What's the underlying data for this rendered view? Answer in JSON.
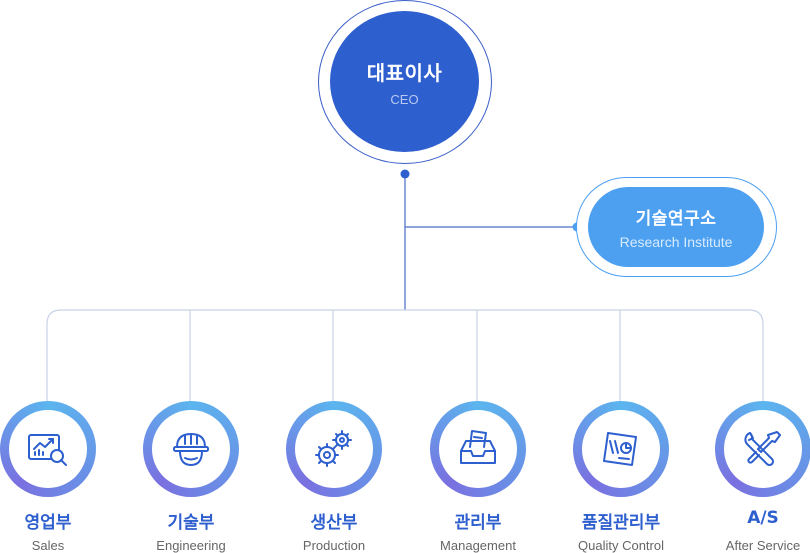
{
  "ceo": {
    "name_ko": "대표이사",
    "name_en": "CEO"
  },
  "institute": {
    "name_ko": "기술연구소",
    "name_en": "Research Institute"
  },
  "departments": [
    {
      "name_ko": "영업부",
      "name_en": "Sales",
      "icon": "sales-chart-magnifier-icon"
    },
    {
      "name_ko": "기술부",
      "name_en": "Engineering",
      "icon": "hard-hat-worker-icon"
    },
    {
      "name_ko": "생산부",
      "name_en": "Production",
      "icon": "gears-icon"
    },
    {
      "name_ko": "관리부",
      "name_en": "Management",
      "icon": "inbox-tray-document-icon"
    },
    {
      "name_ko": "품질관리부",
      "name_en": "Quality Control",
      "icon": "checklist-document-icon"
    },
    {
      "name_ko": "A/S",
      "name_en": "After Service",
      "icon": "wrench-screwdriver-icon"
    }
  ],
  "colors": {
    "ceo": "#2e5fcf",
    "institute": "#4da0f0",
    "line": "#c8d3e8",
    "connector": "#3a5ec9"
  }
}
